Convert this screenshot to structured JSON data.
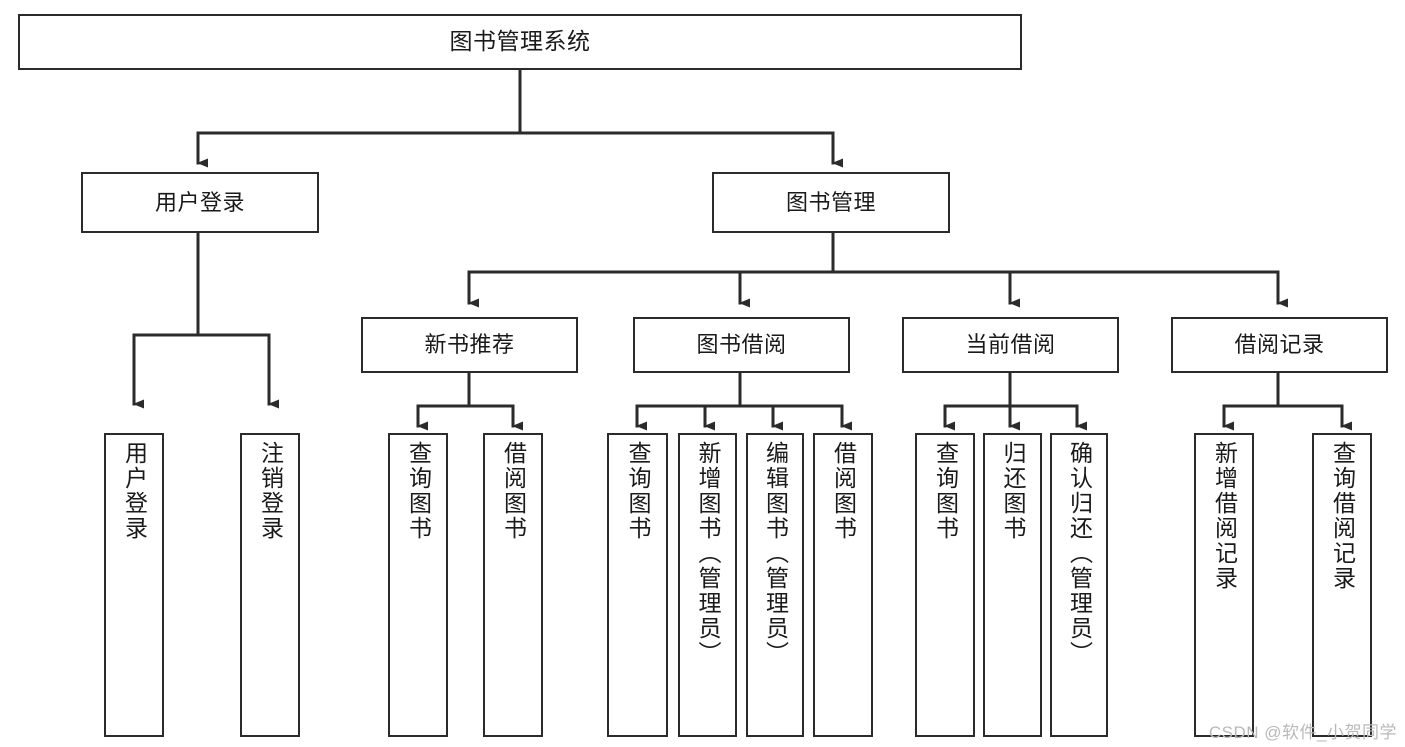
{
  "diagram": {
    "title": "图书管理系统",
    "type": "tree-hierarchy-diagram",
    "colors": {
      "box_border": "#2b2b2b",
      "box_fill": "#ffffff",
      "connector": "#2b2b2b",
      "text": "#1a1a1a",
      "watermark": "#b9b9b9",
      "background": "#ffffff"
    },
    "nodes": {
      "root": {
        "label": "图书管理系统"
      },
      "level1": [
        {
          "id": "user-login",
          "label": "用户登录"
        },
        {
          "id": "book-management",
          "label": "图书管理"
        }
      ],
      "level2": [
        {
          "id": "new-book-recommend",
          "label": "新书推荐"
        },
        {
          "id": "book-borrow",
          "label": "图书借阅"
        },
        {
          "id": "current-borrow",
          "label": "当前借阅"
        },
        {
          "id": "borrow-record",
          "label": "借阅记录"
        }
      ],
      "leaves": {
        "user_login": [
          {
            "id": "leaf-user-login",
            "label": "用户登录"
          },
          {
            "id": "leaf-logout-login",
            "label": "注销登录"
          }
        ],
        "new_book_recommend": [
          {
            "id": "leaf-query-book-1",
            "label": "查询图书"
          },
          {
            "id": "leaf-borrow-book-1",
            "label": "借阅图书"
          }
        ],
        "book_borrow": [
          {
            "id": "leaf-query-book-2",
            "label": "查询图书"
          },
          {
            "id": "leaf-add-book",
            "label": "新增图书（管理员）"
          },
          {
            "id": "leaf-edit-book",
            "label": "编辑图书（管理员）"
          },
          {
            "id": "leaf-borrow-book-2",
            "label": "借阅图书"
          }
        ],
        "current_borrow": [
          {
            "id": "leaf-query-book-3",
            "label": "查询图书"
          },
          {
            "id": "leaf-return-book",
            "label": "归还图书"
          },
          {
            "id": "leaf-confirm-return",
            "label": "确认归还（管理员）"
          }
        ],
        "borrow_record": [
          {
            "id": "leaf-add-record",
            "label": "新增借阅记录"
          },
          {
            "id": "leaf-query-record",
            "label": "查询借阅记录"
          }
        ]
      }
    },
    "watermark": "CSDN @软件_小贺同学"
  }
}
